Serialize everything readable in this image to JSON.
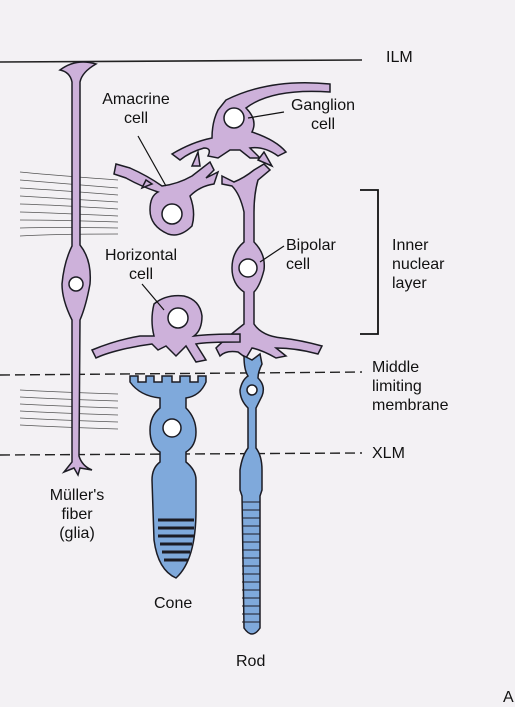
{
  "layers": {
    "ilm": "ILM",
    "inner_nuclear_line1": "Inner",
    "inner_nuclear_line2": "nuclear",
    "inner_nuclear_line3": "layer",
    "mlm_line1": "Middle",
    "mlm_line2": "limiting",
    "mlm_line3": "membrane",
    "xlm": "XLM"
  },
  "cells": {
    "amacrine_line1": "Amacrine",
    "amacrine_line2": "cell",
    "ganglion_line1": "Ganglion",
    "ganglion_line2": "cell",
    "horizontal_line1": "Horizontal",
    "horizontal_line2": "cell",
    "bipolar_line1": "Bipolar",
    "bipolar_line2": "cell",
    "muller_line1": "Müller's",
    "muller_line2": "fiber",
    "muller_line3": "(glia)",
    "cone": "Cone",
    "rod": "Rod"
  },
  "panel_letter": "A",
  "colors": {
    "neuron_fill": "#cdb1da",
    "photoreceptor_fill": "#7fa9db",
    "outline": "#1c1c24",
    "background": "#f3f1f4"
  }
}
